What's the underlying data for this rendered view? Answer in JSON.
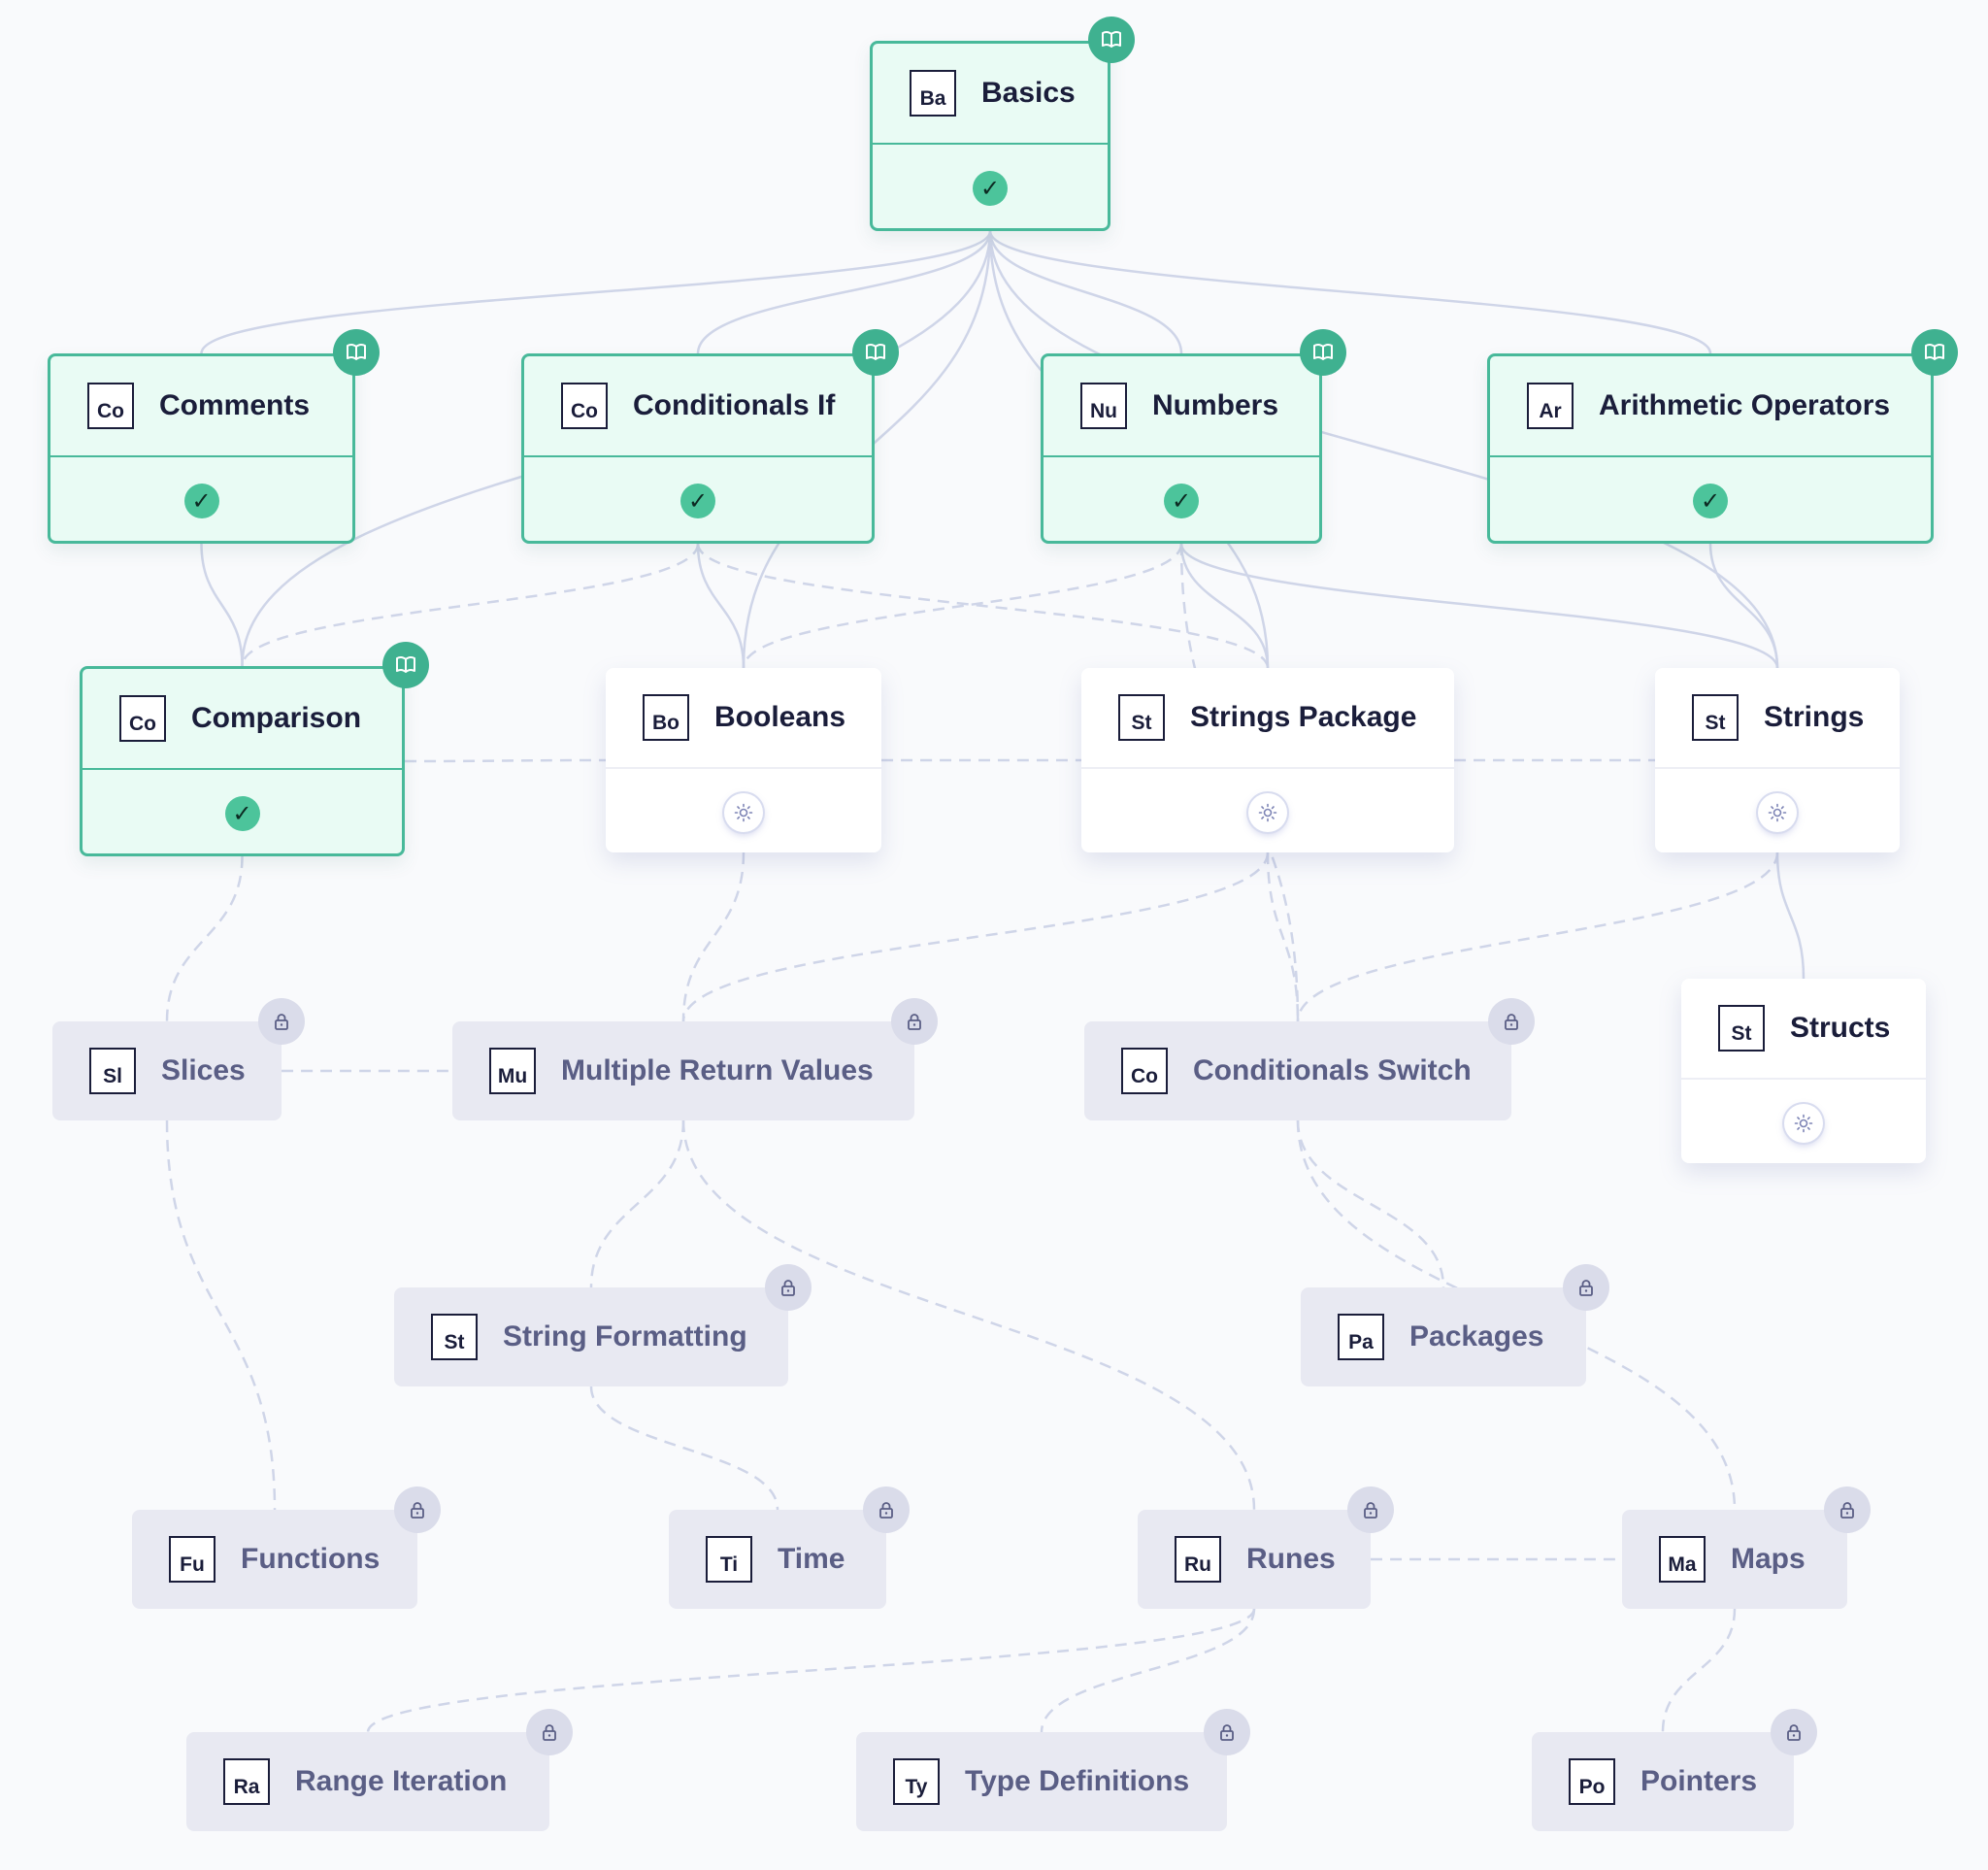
{
  "colors": {
    "completed_fill": "#e9fbf4",
    "completed_border": "#48b99a",
    "check": "#4cc49b",
    "book_badge": "#3fb190",
    "available_fill": "#ffffff",
    "locked_fill": "#e8e9f2",
    "locked_text": "#5a5e85",
    "edge": "#cfd5e8"
  },
  "nodes": {
    "basics": {
      "abbr": "Ba",
      "title": "Basics",
      "state": "completed"
    },
    "comments": {
      "abbr": "Co",
      "title": "Comments",
      "state": "completed"
    },
    "conditionals_if": {
      "abbr": "Co",
      "title": "Conditionals If",
      "state": "completed"
    },
    "numbers": {
      "abbr": "Nu",
      "title": "Numbers",
      "state": "completed"
    },
    "arithmetic": {
      "abbr": "Ar",
      "title": "Arithmetic Operators",
      "state": "completed"
    },
    "comparison": {
      "abbr": "Co",
      "title": "Comparison",
      "state": "completed"
    },
    "booleans": {
      "abbr": "Bo",
      "title": "Booleans",
      "state": "available"
    },
    "strings_package": {
      "abbr": "St",
      "title": "Strings Package",
      "state": "available"
    },
    "strings": {
      "abbr": "St",
      "title": "Strings",
      "state": "available"
    },
    "structs": {
      "abbr": "St",
      "title": "Structs",
      "state": "available"
    },
    "slices": {
      "abbr": "Sl",
      "title": "Slices",
      "state": "locked"
    },
    "multiple_return": {
      "abbr": "Mu",
      "title": "Multiple Return Values",
      "state": "locked"
    },
    "conditionals_switch": {
      "abbr": "Co",
      "title": "Conditionals Switch",
      "state": "locked"
    },
    "string_formatting": {
      "abbr": "St",
      "title": "String Formatting",
      "state": "locked"
    },
    "packages": {
      "abbr": "Pa",
      "title": "Packages",
      "state": "locked"
    },
    "functions": {
      "abbr": "Fu",
      "title": "Functions",
      "state": "locked"
    },
    "time": {
      "abbr": "Ti",
      "title": "Time",
      "state": "locked"
    },
    "runes": {
      "abbr": "Ru",
      "title": "Runes",
      "state": "locked"
    },
    "maps": {
      "abbr": "Ma",
      "title": "Maps",
      "state": "locked"
    },
    "range_iteration": {
      "abbr": "Ra",
      "title": "Range Iteration",
      "state": "locked"
    },
    "type_definitions": {
      "abbr": "Ty",
      "title": "Type Definitions",
      "state": "locked"
    },
    "pointers": {
      "abbr": "Po",
      "title": "Pointers",
      "state": "locked"
    }
  },
  "edges": [
    {
      "from": "basics",
      "to": "comments",
      "style": "solid"
    },
    {
      "from": "basics",
      "to": "conditionals_if",
      "style": "solid"
    },
    {
      "from": "basics",
      "to": "numbers",
      "style": "solid"
    },
    {
      "from": "basics",
      "to": "arithmetic",
      "style": "solid"
    },
    {
      "from": "basics",
      "to": "comparison",
      "style": "solid"
    },
    {
      "from": "basics",
      "to": "booleans",
      "style": "solid"
    },
    {
      "from": "basics",
      "to": "strings_package",
      "style": "solid"
    },
    {
      "from": "basics",
      "to": "strings",
      "style": "solid"
    },
    {
      "from": "comments",
      "to": "comparison",
      "style": "solid"
    },
    {
      "from": "conditionals_if",
      "to": "booleans",
      "style": "solid"
    },
    {
      "from": "numbers",
      "to": "strings_package",
      "style": "solid"
    },
    {
      "from": "arithmetic",
      "to": "strings",
      "style": "solid"
    },
    {
      "from": "numbers",
      "to": "strings",
      "style": "solid"
    },
    {
      "from": "conditionals_if",
      "to": "comparison",
      "style": "dashed"
    },
    {
      "from": "numbers",
      "to": "booleans",
      "style": "dashed"
    },
    {
      "from": "conditionals_if",
      "to": "strings_package",
      "style": "dashed"
    },
    {
      "from": "numbers",
      "to": "conditionals_switch",
      "style": "dashed"
    },
    {
      "from": "comparison",
      "to": "booleans",
      "style": "dashed"
    },
    {
      "from": "booleans",
      "to": "strings_package",
      "style": "dashed"
    },
    {
      "from": "strings_package",
      "to": "strings",
      "style": "dashed"
    },
    {
      "from": "strings",
      "to": "structs",
      "style": "solid"
    },
    {
      "from": "comparison",
      "to": "slices",
      "style": "dashed"
    },
    {
      "from": "booleans",
      "to": "multiple_return",
      "style": "dashed"
    },
    {
      "from": "strings_package",
      "to": "multiple_return",
      "style": "dashed"
    },
    {
      "from": "strings_package",
      "to": "conditionals_switch",
      "style": "dashed"
    },
    {
      "from": "strings",
      "to": "conditionals_switch",
      "style": "dashed"
    },
    {
      "from": "slices",
      "to": "multiple_return",
      "style": "dashed"
    },
    {
      "from": "multiple_return",
      "to": "string_formatting",
      "style": "dashed"
    },
    {
      "from": "conditionals_switch",
      "to": "packages",
      "style": "dashed"
    },
    {
      "from": "slices",
      "to": "functions",
      "style": "dashed"
    },
    {
      "from": "string_formatting",
      "to": "time",
      "style": "dashed"
    },
    {
      "from": "multiple_return",
      "to": "runes",
      "style": "dashed"
    },
    {
      "from": "conditionals_switch",
      "to": "maps",
      "style": "dashed"
    },
    {
      "from": "runes",
      "to": "maps",
      "style": "dashed"
    },
    {
      "from": "runes",
      "to": "range_iteration",
      "style": "dashed"
    },
    {
      "from": "runes",
      "to": "type_definitions",
      "style": "dashed"
    },
    {
      "from": "maps",
      "to": "pointers",
      "style": "dashed"
    }
  ]
}
